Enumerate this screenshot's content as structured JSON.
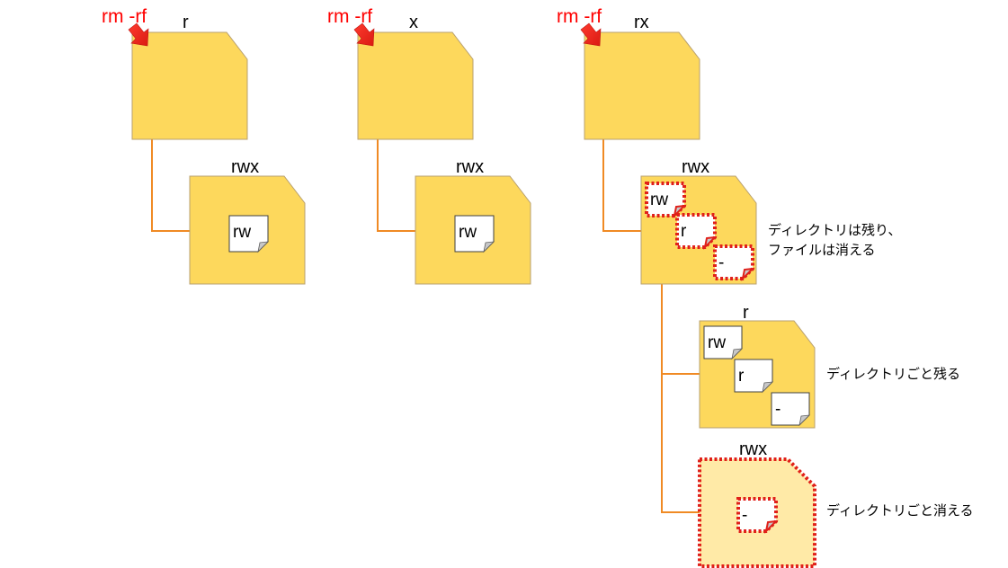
{
  "command": "rm -rf",
  "colors": {
    "folder": "#fdd85c",
    "folder_faded": "#ffeaa7",
    "folder_border": "#b8a070",
    "connector": "#f08a24",
    "highlight": "#e0201a",
    "command_text": "#ff0000"
  },
  "columns": [
    {
      "parent_perm": "r",
      "child_perm": "rwx",
      "child_files": [
        "rw"
      ]
    },
    {
      "parent_perm": "x",
      "child_perm": "rwx",
      "child_files": [
        "rw"
      ]
    },
    {
      "parent_perm": "rx",
      "child_perm": "rwx",
      "child_files": [
        "rw",
        "r",
        "-"
      ],
      "note_line1": "ディレクトリは残り、",
      "note_line2": "ファイルは消える",
      "subdirs": [
        {
          "perm": "r",
          "files": [
            "rw",
            "r",
            "-"
          ],
          "note": "ディレクトリごと残る"
        },
        {
          "perm": "rwx",
          "files": [
            "-"
          ],
          "note": "ディレクトリごと消える"
        }
      ]
    }
  ]
}
